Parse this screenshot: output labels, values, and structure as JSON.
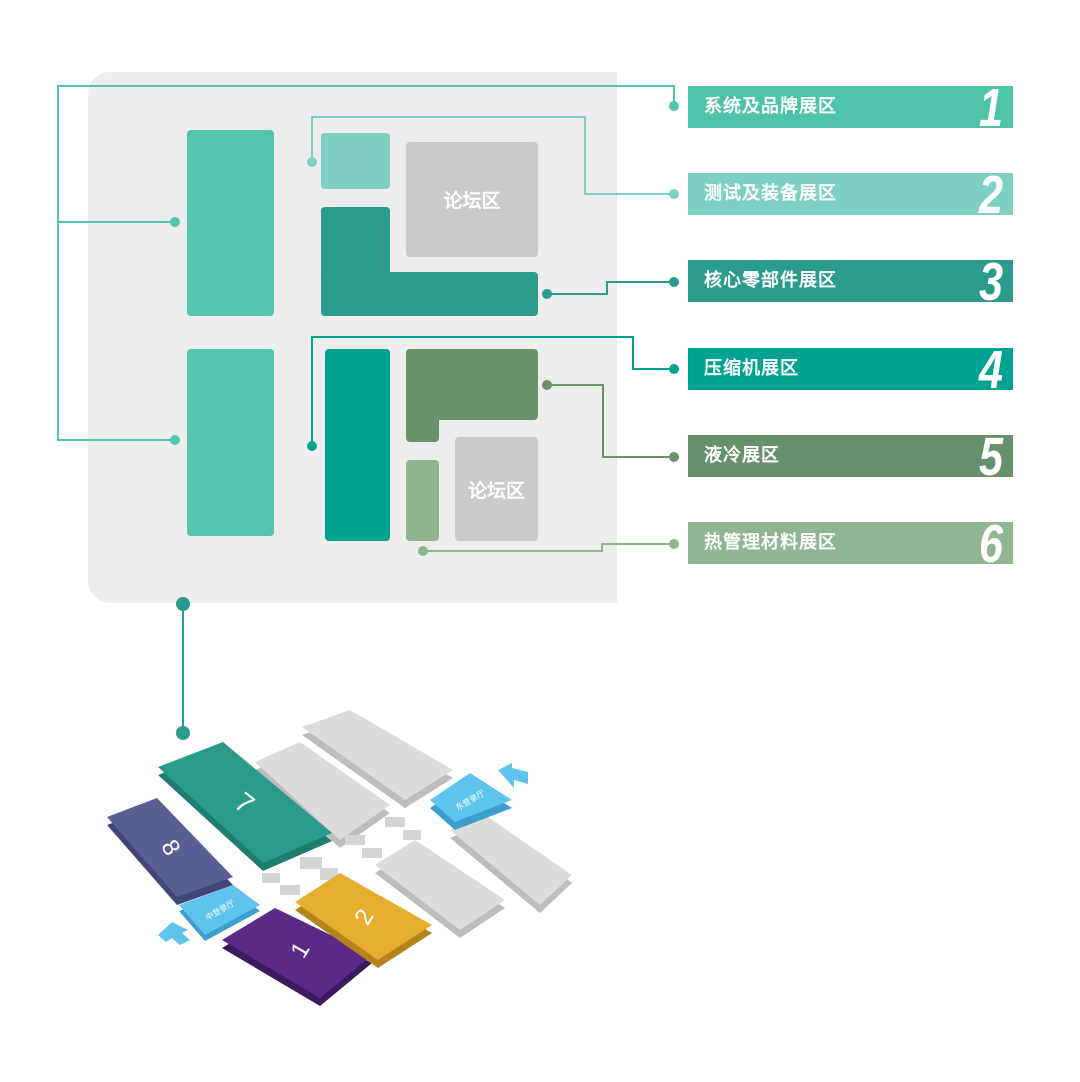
{
  "floorplan": {
    "forum_label": "论坛区",
    "zones": [
      {
        "number": "1",
        "name": "系统及品牌展区",
        "color": "#4ec3a8"
      },
      {
        "number": "2",
        "name": "测试及装备展区",
        "color": "#7fd0c4"
      },
      {
        "number": "3",
        "name": "核心零部件展区",
        "color": "#2b9b8b"
      },
      {
        "number": "4",
        "name": "压缩机展区",
        "color": "#00a391"
      },
      {
        "number": "5",
        "name": "液冷展区",
        "color": "#66916a"
      },
      {
        "number": "6",
        "name": "热管理材料展区",
        "color": "#8fb591"
      }
    ]
  },
  "venue_map": {
    "halls": [
      "7",
      "8",
      "1",
      "2"
    ],
    "entrance_middle": "中登录厅",
    "entrance_east": "东登录厅",
    "colors": {
      "hall7": "#2a9b8a",
      "hall8": "#5a5e95",
      "hall1": "#5b2a86",
      "hall2": "#e5ae2e",
      "entrance": "#5ec4ee",
      "other": "#dcdcdc"
    }
  }
}
